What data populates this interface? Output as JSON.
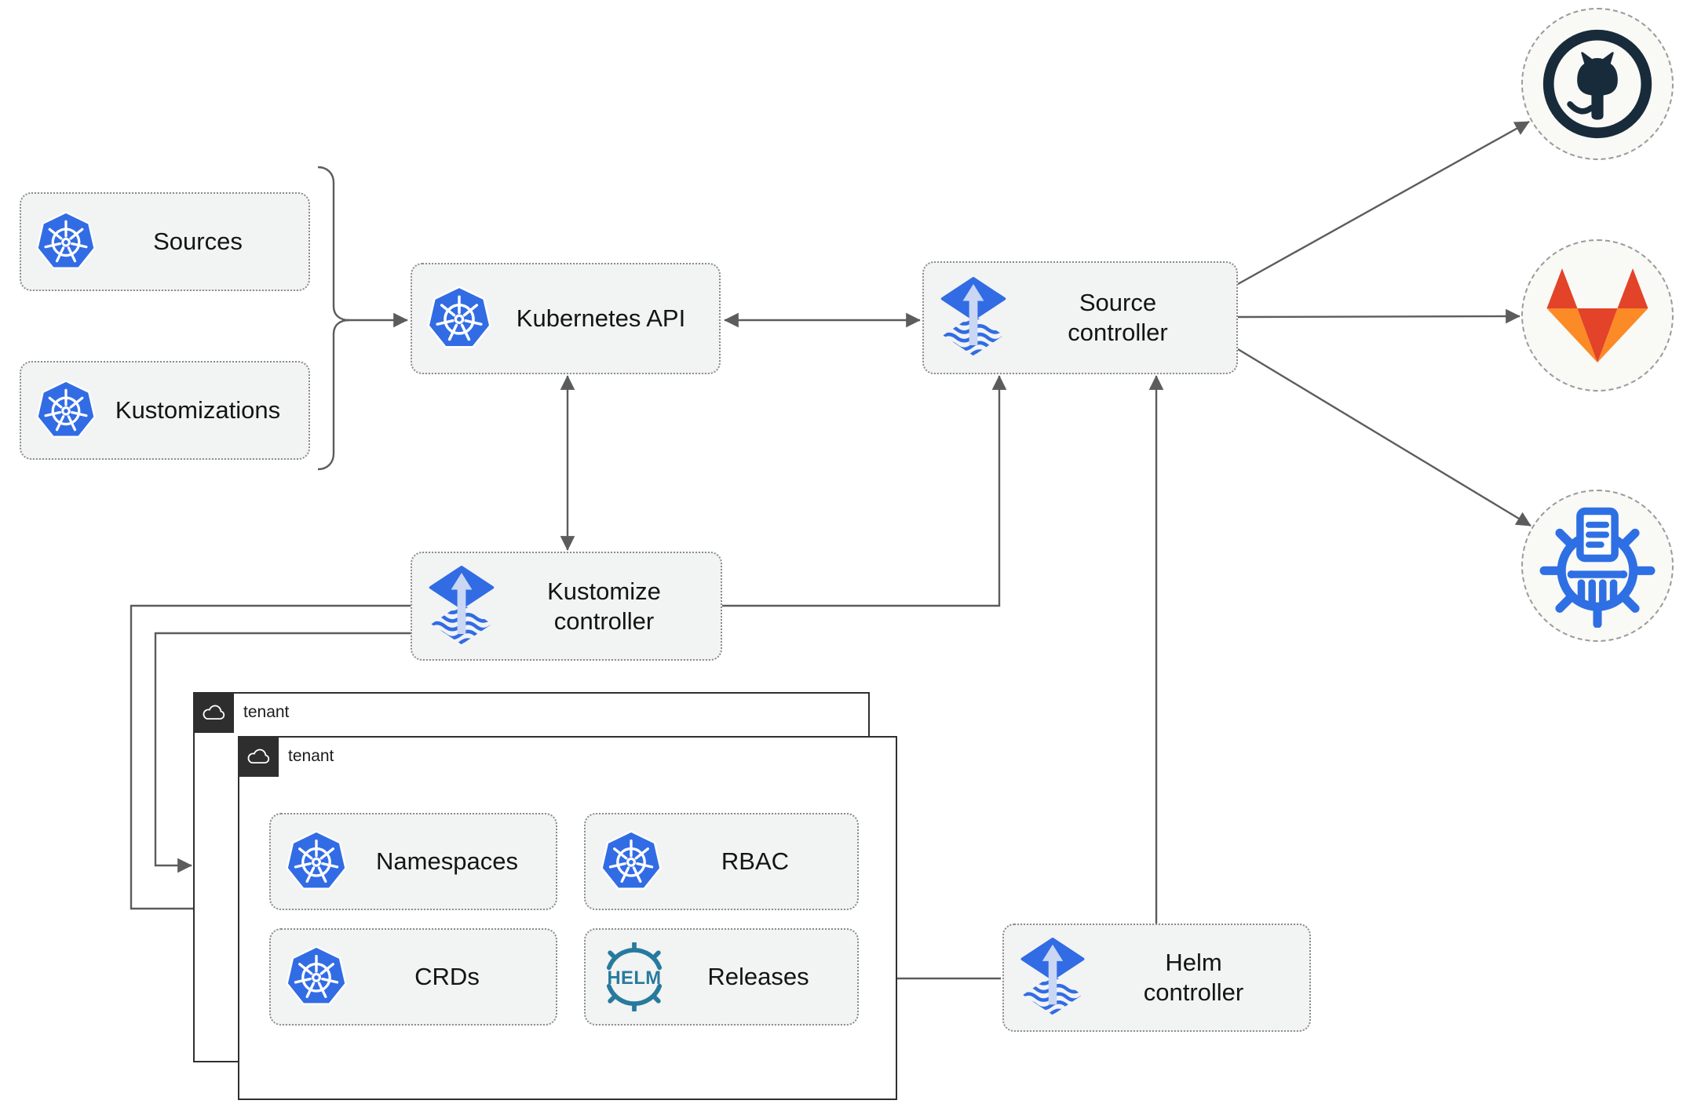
{
  "nodes": {
    "sources": {
      "label": "Sources"
    },
    "kustomizations": {
      "label": "Kustomizations"
    },
    "kubernetes_api": {
      "label": "Kubernetes API"
    },
    "source_controller": {
      "label": "Source\ncontroller"
    },
    "kustomize_controller": {
      "label": "Kustomize\ncontroller"
    },
    "helm_controller": {
      "label": "Helm\ncontroller"
    },
    "namespaces": {
      "label": "Namespaces"
    },
    "rbac": {
      "label": "RBAC"
    },
    "crds": {
      "label": "CRDs"
    },
    "releases": {
      "label": "Releases"
    }
  },
  "tenants": {
    "back": {
      "label": "tenant"
    },
    "front": {
      "label": "tenant"
    }
  },
  "icons": {
    "helm_text": "HELM",
    "kubernetes": "kubernetes-wheel-icon",
    "flux": "flux-diamond-arrow-icon",
    "helm": "helm-wheel-icon",
    "github": "github-octocat-icon",
    "gitlab": "gitlab-tanuki-icon",
    "bucket": "kustomize-wheel-document-icon",
    "cloud": "cloud-outline-icon"
  },
  "colors": {
    "kubernetes_blue": "#326ce5",
    "flux_blue": "#316ce4",
    "flux_arrow_light": "#c9d7f5",
    "helm_teal": "#277a9e",
    "github_dark": "#182b3a",
    "gitlab_dark_orange": "#e24329",
    "gitlab_light_orange": "#fc8a26",
    "connector_gray": "#5c5c5c",
    "node_fill": "#f2f3f3",
    "node_border_gray": "#8c8c8c",
    "tenant_border_dark": "#2f2f2f",
    "circle_fill": "#f9f9f6",
    "circle_border_gray": "#9b9b9b"
  }
}
